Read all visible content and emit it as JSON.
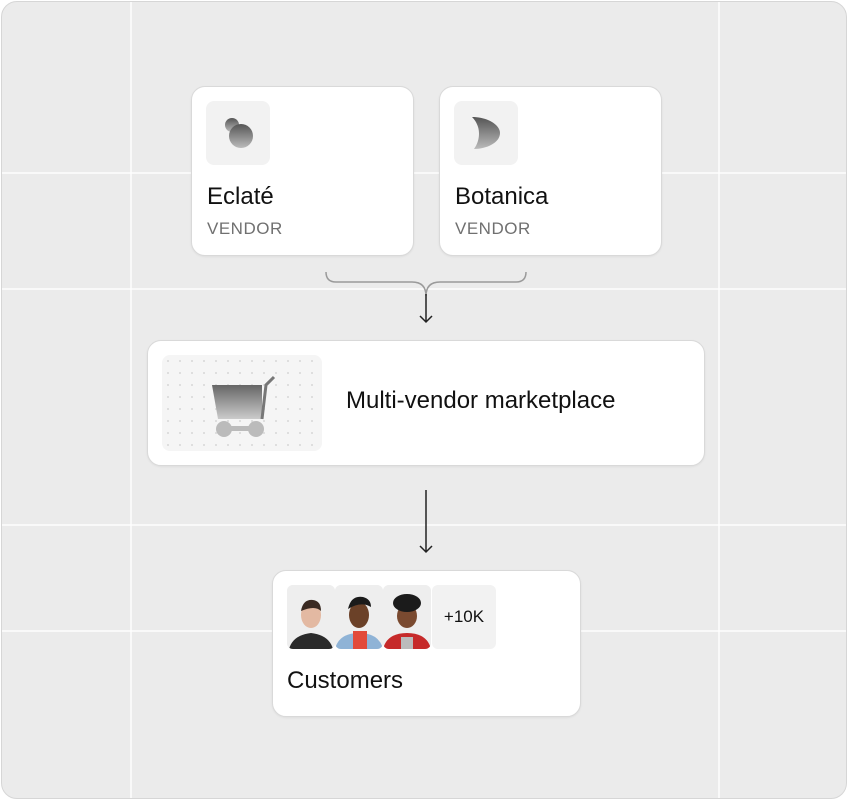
{
  "vendors": [
    {
      "name": "Eclaté",
      "role": "VENDOR",
      "icon": "blob-logo-icon"
    },
    {
      "name": "Botanica",
      "role": "VENDOR",
      "icon": "crescent-logo-icon"
    }
  ],
  "marketplace": {
    "title": "Multi-vendor marketplace",
    "icon": "shopping-cart-icon"
  },
  "customers": {
    "title": "Customers",
    "count": "+10K"
  }
}
